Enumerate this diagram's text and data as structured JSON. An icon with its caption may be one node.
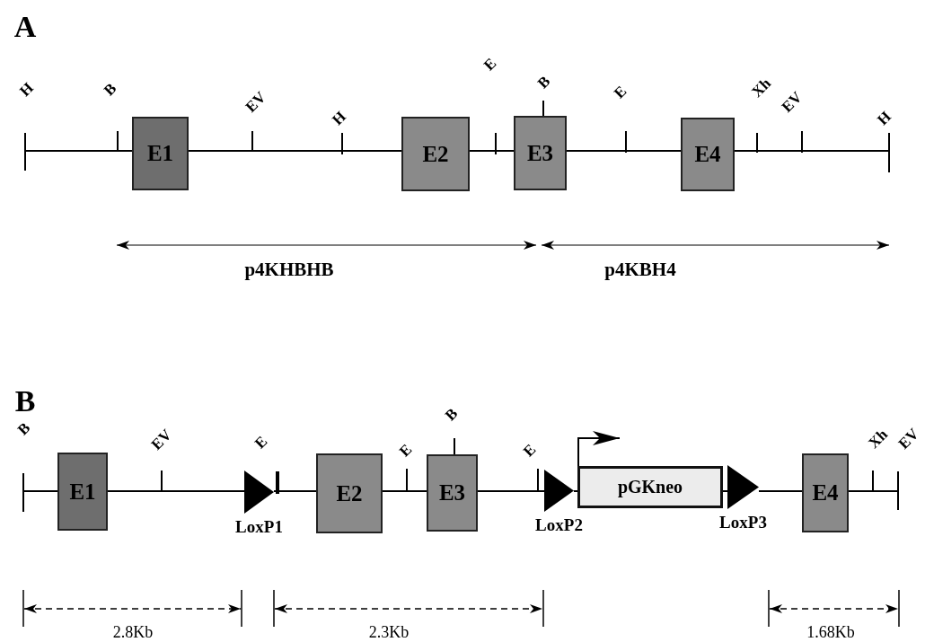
{
  "diagram": {
    "nodes": [
      {
        "text": [
          "E1"
        ]
      },
      {
        "text": [
          "E2"
        ]
      },
      {
        "text": [
          "E3"
        ]
      },
      {
        "text": [
          "E4"
        ]
      },
      {
        "text": [
          "E1"
        ]
      },
      {
        "text": [
          "LoxP1"
        ]
      },
      {
        "text": [
          "E2"
        ]
      },
      {
        "text": [
          "E3"
        ]
      },
      {
        "text": [
          "LoxP2"
        ]
      },
      {
        "text": [
          "pGKneo"
        ]
      },
      {
        "text": [
          "LoxP3"
        ]
      },
      {
        "text": [
          "E4"
        ]
      }
    ],
    "edges": [
      {
        "from": 0,
        "to": 1,
        "arrow": "none"
      },
      {
        "from": 1,
        "to": 2,
        "arrow": "none"
      },
      {
        "from": 2,
        "to": 3,
        "arrow": "none"
      },
      {
        "from": 4,
        "to": 5,
        "arrow": "none"
      },
      {
        "from": 5,
        "to": 6,
        "arrow": "none"
      },
      {
        "from": 6,
        "to": 7,
        "arrow": "none"
      },
      {
        "from": 7,
        "to": 8,
        "arrow": "none"
      },
      {
        "from": 8,
        "to": 9,
        "arrow": "none"
      },
      {
        "from": 9,
        "to": 10,
        "arrow": "none"
      },
      {
        "from": 10,
        "to": 11,
        "arrow": "none"
      },
      {
        "from": 9,
        "to": null,
        "arrow": "to"
      }
    ],
    "labels": [
      "A",
      "H",
      "B",
      "EV",
      "H",
      "E",
      "B",
      "E",
      "Xh",
      "EV",
      "H",
      "p4KHBHB",
      "p4KBH4",
      "B",
      "B",
      "EV",
      "E",
      "E",
      "B",
      "E",
      "Xh",
      "EV",
      "2.8Kb",
      "2.3Kb",
      "1.68Kb"
    ]
  }
}
